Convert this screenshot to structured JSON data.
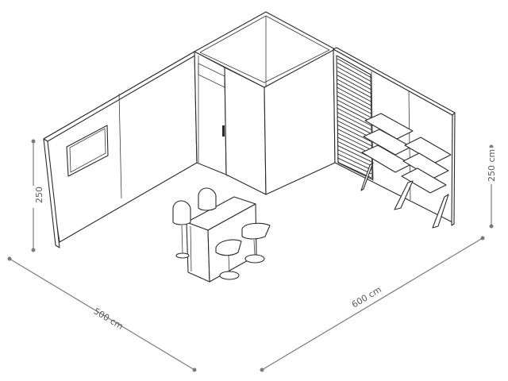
{
  "dimensions": {
    "front_width": "500 cm",
    "side_width": "600 cm",
    "left_height": "250",
    "right_height": "250 cm"
  },
  "colors": {
    "line": "#2a2a2a",
    "dimension": "#7a7a7a",
    "background": "#ffffff"
  }
}
